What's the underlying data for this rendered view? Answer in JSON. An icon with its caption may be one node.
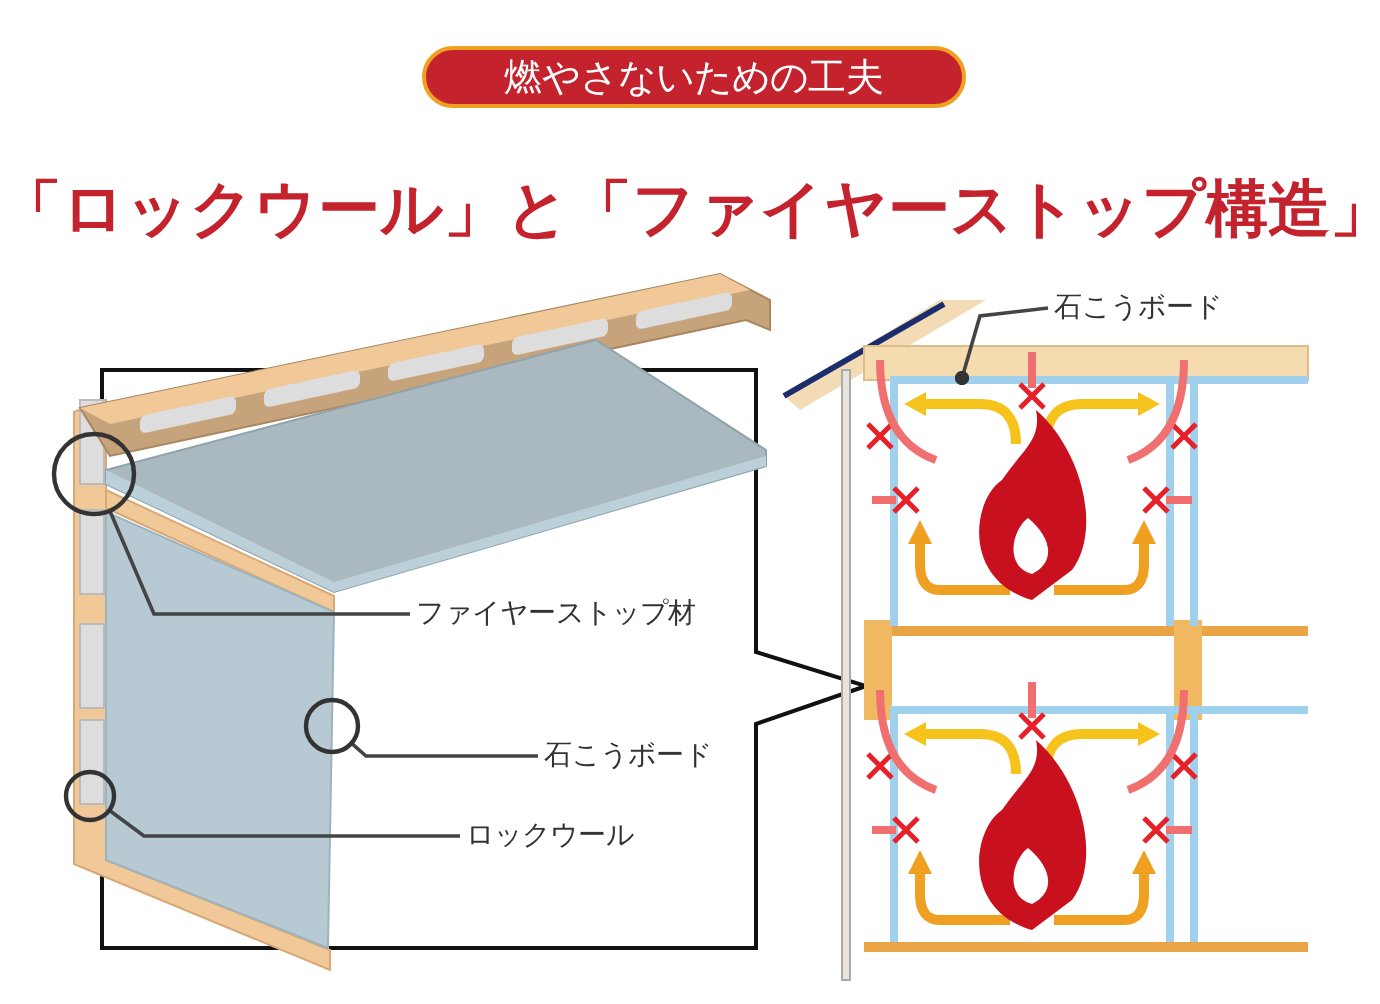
{
  "diagram": {
    "title": "「ロックウール」と「ファイヤーストップ構造」",
    "nodes": [
      {
        "text": [
          "燃やさないための工夫"
        ]
      },
      {
        "text": [
          "ファイヤーストップ材"
        ]
      },
      {
        "text": [
          "石こうボード"
        ]
      },
      {
        "text": [
          "ロックウール"
        ]
      },
      {
        "text": [
          "石こうボード"
        ]
      },
      {
        "text": [],
        "shape": "circle"
      },
      {
        "text": [],
        "shape": "circle"
      },
      {
        "text": [],
        "shape": "circle"
      }
    ],
    "edges": [
      {
        "from": 1,
        "to": 5,
        "arrow": "none"
      },
      {
        "from": 2,
        "to": 6,
        "arrow": "none"
      },
      {
        "from": 3,
        "to": 7,
        "arrow": "none"
      },
      {
        "from": 4,
        "to": null,
        "arrow": "other"
      }
    ]
  }
}
